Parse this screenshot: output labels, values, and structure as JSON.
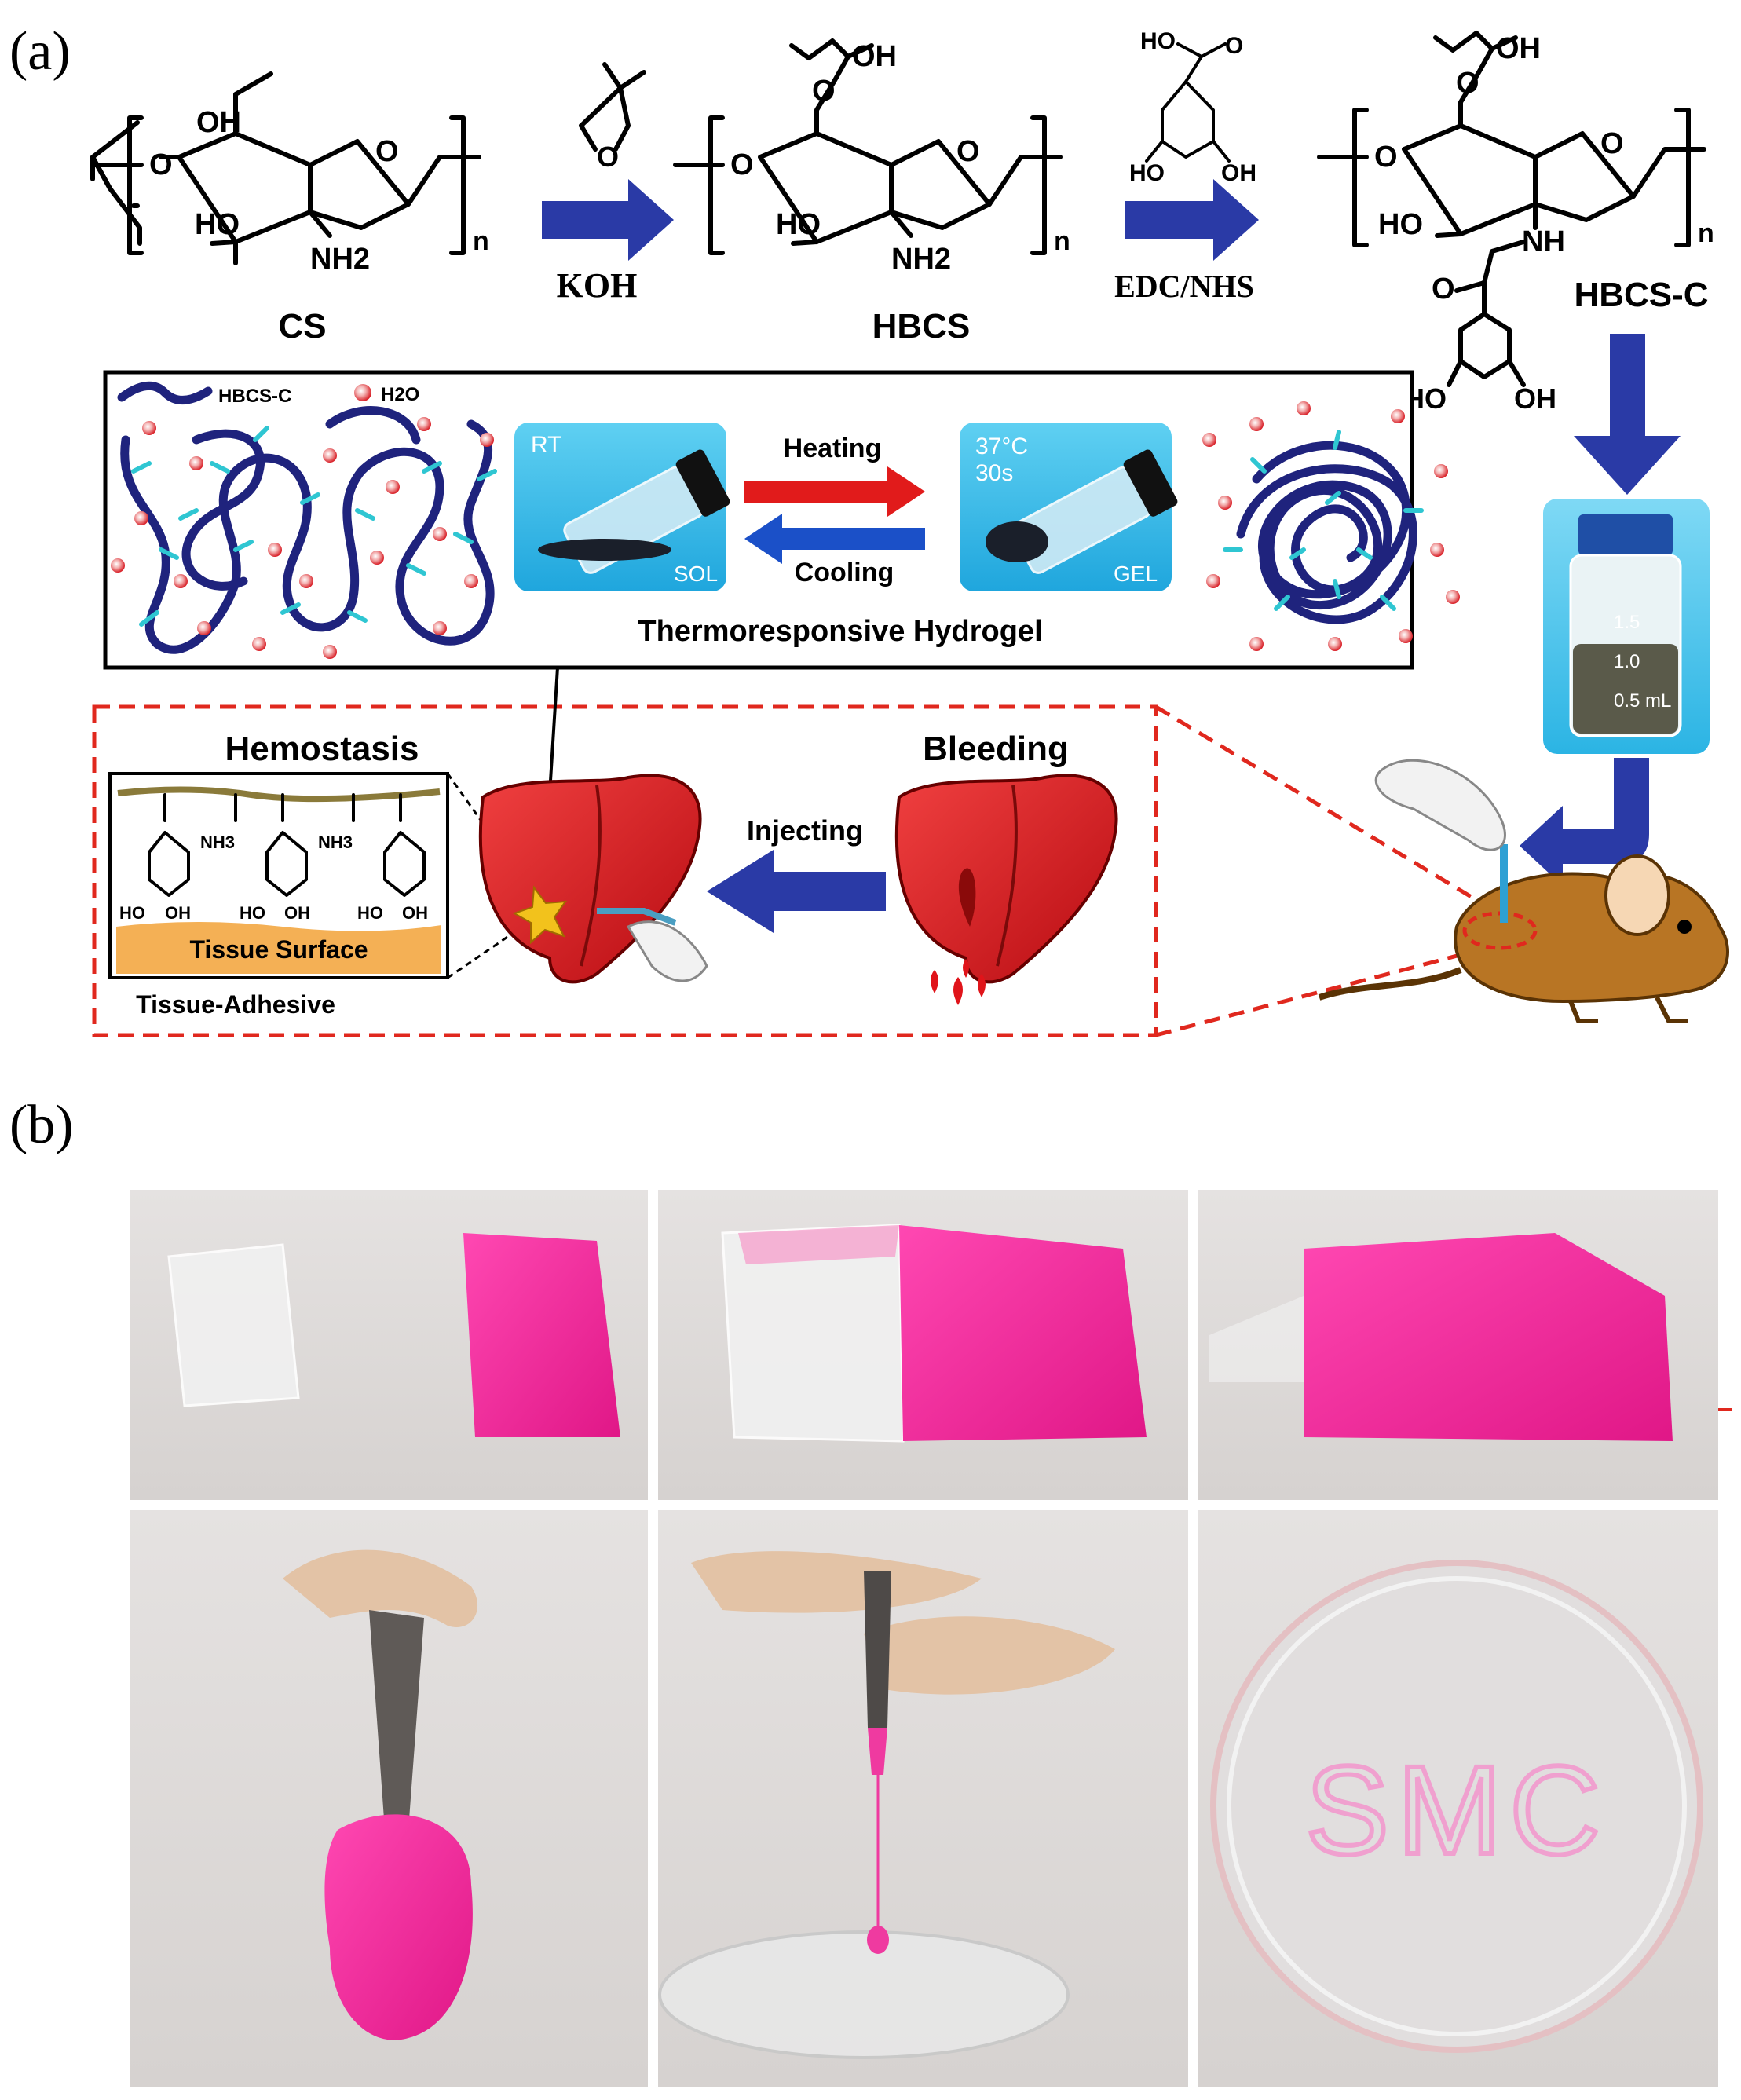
{
  "panel_a": {
    "label": "(a)",
    "compounds": {
      "cs": "CS",
      "hbcs": "HBCS",
      "hbcs_c": "HBCS-C"
    },
    "reagents": {
      "step1": "KOH",
      "step2": "EDC/NHS"
    },
    "atoms": {
      "oh": "OH",
      "ho": "HO",
      "o": "O",
      "nh2": "NH2",
      "nh": "NH",
      "n": "n",
      "nh3": "NH3"
    },
    "legend": {
      "polymer": "HBCS-C",
      "water": "H2O"
    },
    "sol_vial": {
      "temp": "RT",
      "state": "SOL"
    },
    "gel_vial": {
      "temp": "37°C",
      "time": "30s",
      "state": "GEL"
    },
    "transitions": {
      "forward": "Heating",
      "reverse": "Cooling"
    },
    "box_caption": "Thermoresponsive Hydrogel",
    "bottle_marks": [
      "1.5",
      "1.0",
      "0.5 mL"
    ],
    "hemostasis": "Hemostasis",
    "bleeding": "Bleeding",
    "injecting": "Injecting",
    "tissue_surface": "Tissue Surface",
    "tissue_adhesive": "Tissue-Adhesive"
  },
  "panel_b": {
    "label": "(b)",
    "photo_text": "SMC"
  },
  "colors": {
    "arrow_blue": "#2a3aa6",
    "heating_red": "#e11b1b",
    "cooling_blue": "#1b50c8",
    "chain_navy": "#1f237d",
    "crosslink_cyan": "#2fc6d2",
    "hydrogel_pink": "#f0289a",
    "liver_red": "#d8161a",
    "dashed_red": "#e0281e"
  }
}
